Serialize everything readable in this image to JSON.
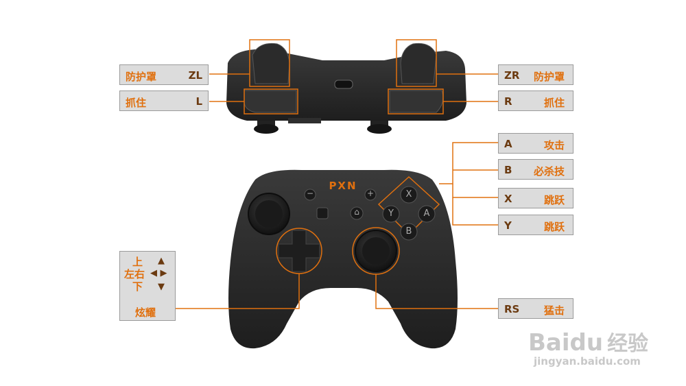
{
  "labels": {
    "zl": {
      "key": "ZL",
      "text": "防护罩"
    },
    "l": {
      "key": "L",
      "text": "抓住"
    },
    "zr": {
      "key": "ZR",
      "text": "防护罩"
    },
    "r": {
      "key": "R",
      "text": "抓住"
    },
    "a": {
      "key": "A",
      "text": "攻击"
    },
    "b": {
      "key": "B",
      "text": "必杀技"
    },
    "x": {
      "key": "X",
      "text": "跳跃"
    },
    "y": {
      "key": "Y",
      "text": "跳跃"
    },
    "rs": {
      "key": "RS",
      "text": "猛击"
    }
  },
  "dpad": {
    "up": "上",
    "leftright": "左右",
    "down": "下",
    "action": "炫耀",
    "arrow_up": "▲",
    "arrow_lr": "◀ ▶",
    "arrow_down": "▼"
  },
  "controller": {
    "brand": "PXN",
    "face_buttons": [
      "X",
      "Y",
      "A",
      "B"
    ],
    "minus": "−",
    "plus": "+",
    "home": "⌂"
  },
  "watermark": {
    "brand": "Baidu",
    "cn": "经验",
    "url": "jingyan.baidu.com"
  },
  "colors": {
    "accent": "#e0700f",
    "label_bg": "#dcdcdc",
    "body": "#2a2a2a"
  }
}
